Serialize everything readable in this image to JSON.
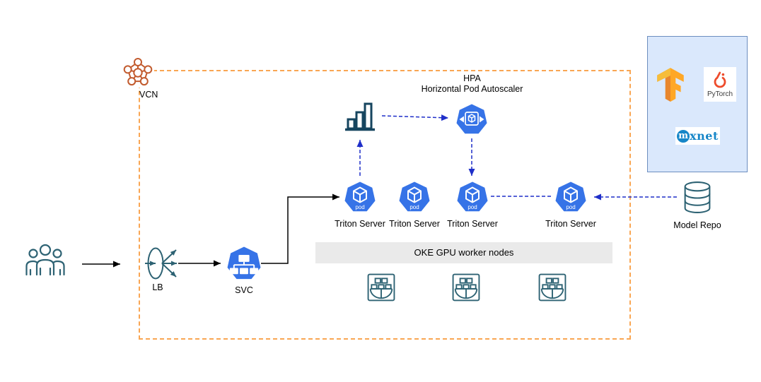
{
  "labels": {
    "vcn": "VCN",
    "lb": "LB",
    "svc": "SVC",
    "hpa_title": "HPA",
    "hpa_subtitle": "Horizontal Pod Autoscaler",
    "pod_badge": "pod",
    "worker_bar": "OKE GPU worker nodes",
    "model_repo": "Model Repo",
    "pytorch": "PyTorch",
    "mxnet_m": "m",
    "mxnet_rest": "xnet"
  },
  "pods": [
    {
      "label": "Triton Server"
    },
    {
      "label": "Triton Server"
    },
    {
      "label": "Triton Server"
    },
    {
      "label": "Triton Server"
    }
  ],
  "colors": {
    "k8s_blue": "#3673e7",
    "arrow_blue": "#1f2fc9",
    "teal": "#2d6273",
    "chart_teal": "#16455f",
    "vcn_border_orange": "#f9a653",
    "vcn_icon_orange": "#c25b2e",
    "panel_bg": "#dae8fc",
    "panel_border": "#6c8ebf",
    "worker_bar_gray": "#eaeaea",
    "pytorch_orange": "#ee4c2c",
    "mxnet_blue": "#1686c8",
    "tf_orange": "#ffa726",
    "tf_dark_orange": "#e8862d"
  }
}
